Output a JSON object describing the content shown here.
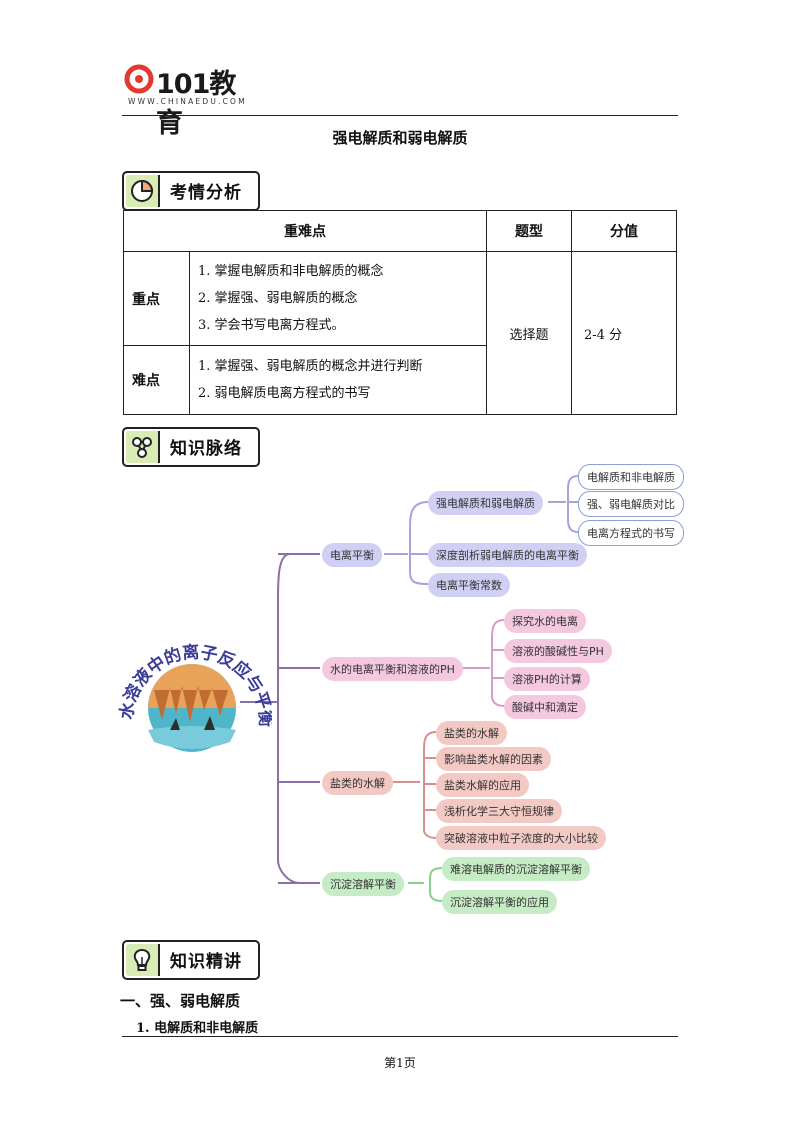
{
  "header": {
    "logo_text": "101教育",
    "logo_url": "WWW.CHINAEDU.COM"
  },
  "doc_title": "强电解质和弱电解质",
  "sections": {
    "analysis": "考情分析",
    "knowledge_map": "知识脉络",
    "knowledge_detail": "知识精讲"
  },
  "table": {
    "headers": [
      "重难点",
      "题型",
      "分值"
    ],
    "rows": [
      {
        "label": "重点",
        "items": [
          "1.  掌握电解质和非电解质的概念",
          "2.  掌握强、弱电解质的概念",
          "3.  学会书写电离方程式。"
        ]
      },
      {
        "label": "难点",
        "items": [
          "1.  掌握强、弱电解质的概念并进行判断",
          "2.  弱电解质电离方程式的书写"
        ]
      }
    ],
    "question_type": "选择题",
    "score": "2-4 分"
  },
  "mindmap": {
    "center": "水溶液中的离子反应与平衡",
    "branches": [
      {
        "label": "电离平衡",
        "children": [
          "强电解质和弱电解质",
          "深度剖析弱电解质的电离平衡",
          "电离平衡常数"
        ],
        "grandchildren": [
          "电解质和非电解质",
          "强、弱电解质对比",
          "电离方程式的书写"
        ]
      },
      {
        "label": "水的电离平衡和溶液的PH",
        "children": [
          "探究水的电离",
          "溶液的酸碱性与PH",
          "溶液PH的计算",
          "酸碱中和滴定"
        ]
      },
      {
        "label": "盐类的水解",
        "children": [
          "盐类的水解",
          "影响盐类水解的因素",
          "盐类水解的应用",
          "浅析化学三大守恒规律",
          "突破溶液中粒子浓度的大小比较"
        ]
      },
      {
        "label": "沉淀溶解平衡",
        "children": [
          "难溶电解质的沉淀溶解平衡",
          "沉淀溶解平衡的应用"
        ]
      }
    ]
  },
  "body": {
    "h1": "一、强、弱电解质",
    "h2": "1.  电解质和非电解质"
  },
  "footer": {
    "page": "第1页"
  },
  "colors": {
    "banner_icon_bg": "#d9ecb5",
    "branch_blue": "#cfd0f3",
    "branch_pink": "#f4c9e0",
    "branch_salmon": "#f3c9c4",
    "branch_green": "#c6ecc5",
    "logo_red": "#e03a2f"
  }
}
